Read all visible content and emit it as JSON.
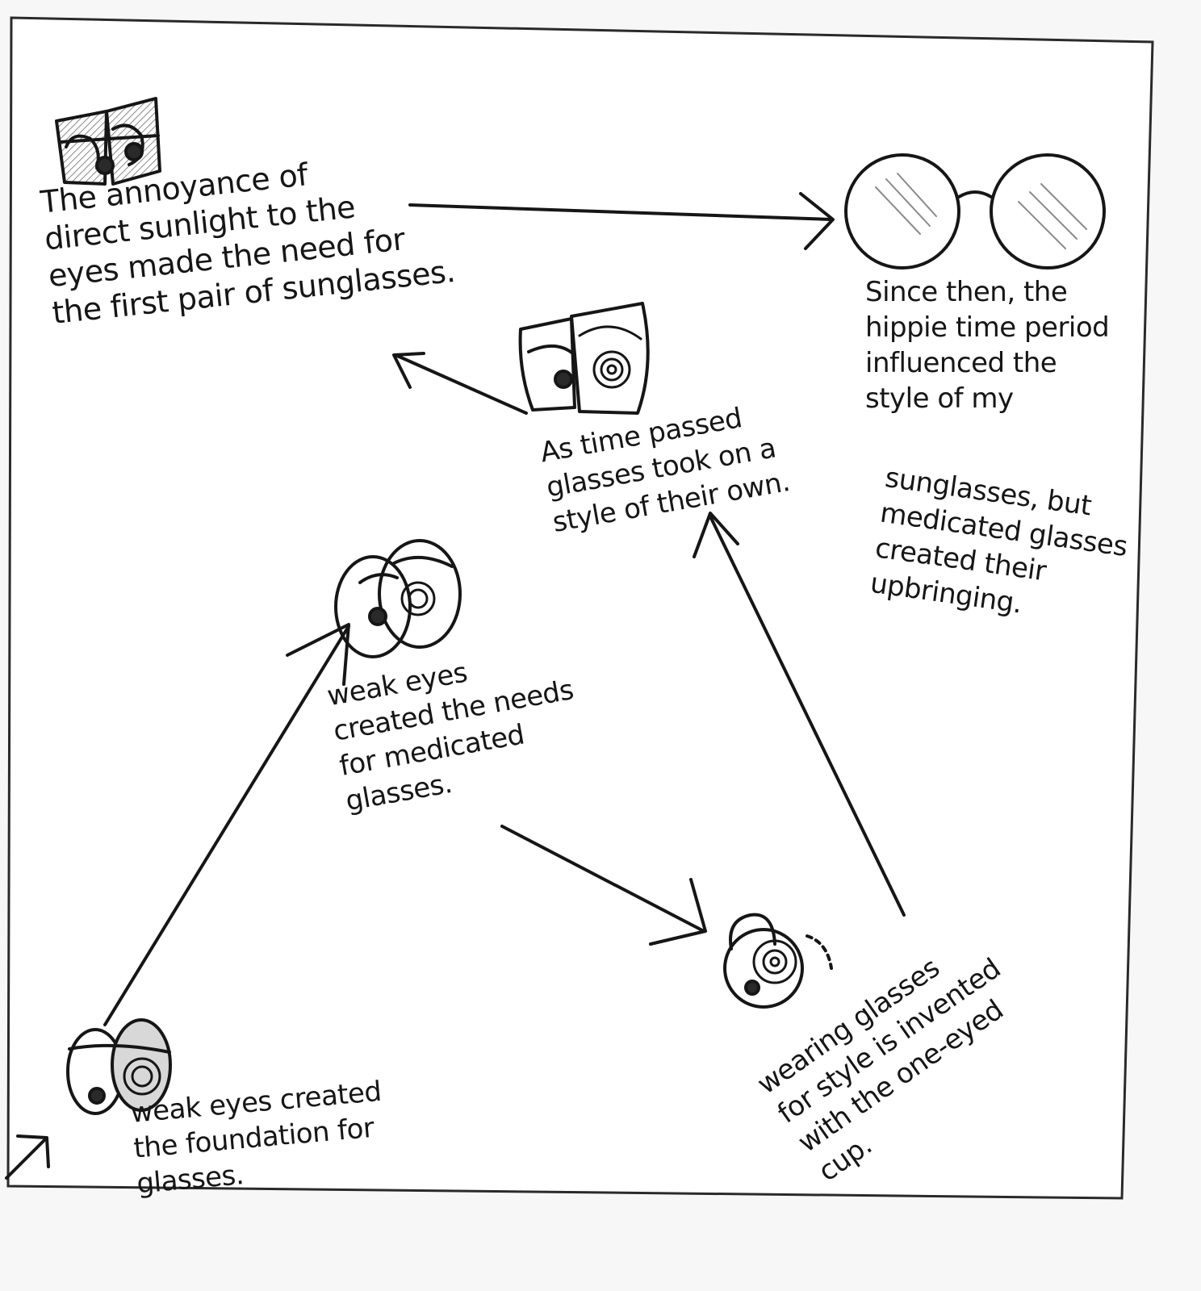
{
  "notes": {
    "sunlight": "The annoyance of\ndirect sunlight to the\neyes made the need for\nthe first pair of sunglasses.",
    "hippie": "Since then, the\nhippie time period\ninfluenced the\nstyle of my",
    "upbringing": "sunglasses, but\nmedicated glasses\ncreated their\nupbringing.",
    "style": "As time passed\nglasses took on a\nstyle of their own.",
    "medicated": "weak eyes\ncreated the needs\nfor medicated\nglasses.",
    "foundation": "weak eyes created\nthe foundation for\nglasses.",
    "onecup": "wearing glasses\nfor style is invented\nwith the one-eyed\ncup."
  },
  "icons": {
    "sunglasses": "framed-sunglasses-icon",
    "round": "round-glasses-icon",
    "style": "styled-glasses-icon",
    "eyes": "weak-eyes-icon",
    "foundation": "eyes-glasses-icon",
    "monocle": "monocle-icon"
  },
  "colors": {
    "ink": "#161616",
    "paper": "#ffffff",
    "shade": "#8a8a8a"
  }
}
